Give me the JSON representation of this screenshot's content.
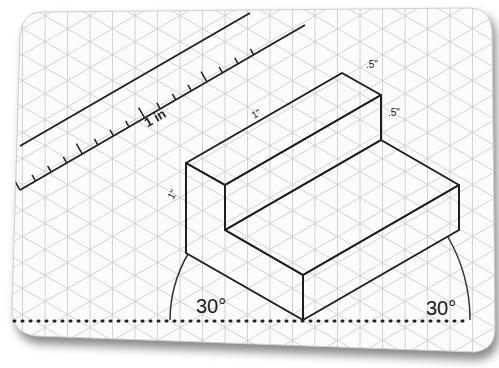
{
  "diagram": {
    "labels": [
      "1 in",
      "1\"",
      ".5\"",
      ".5\"",
      "1\"",
      "30°",
      "30°"
    ]
  }
}
